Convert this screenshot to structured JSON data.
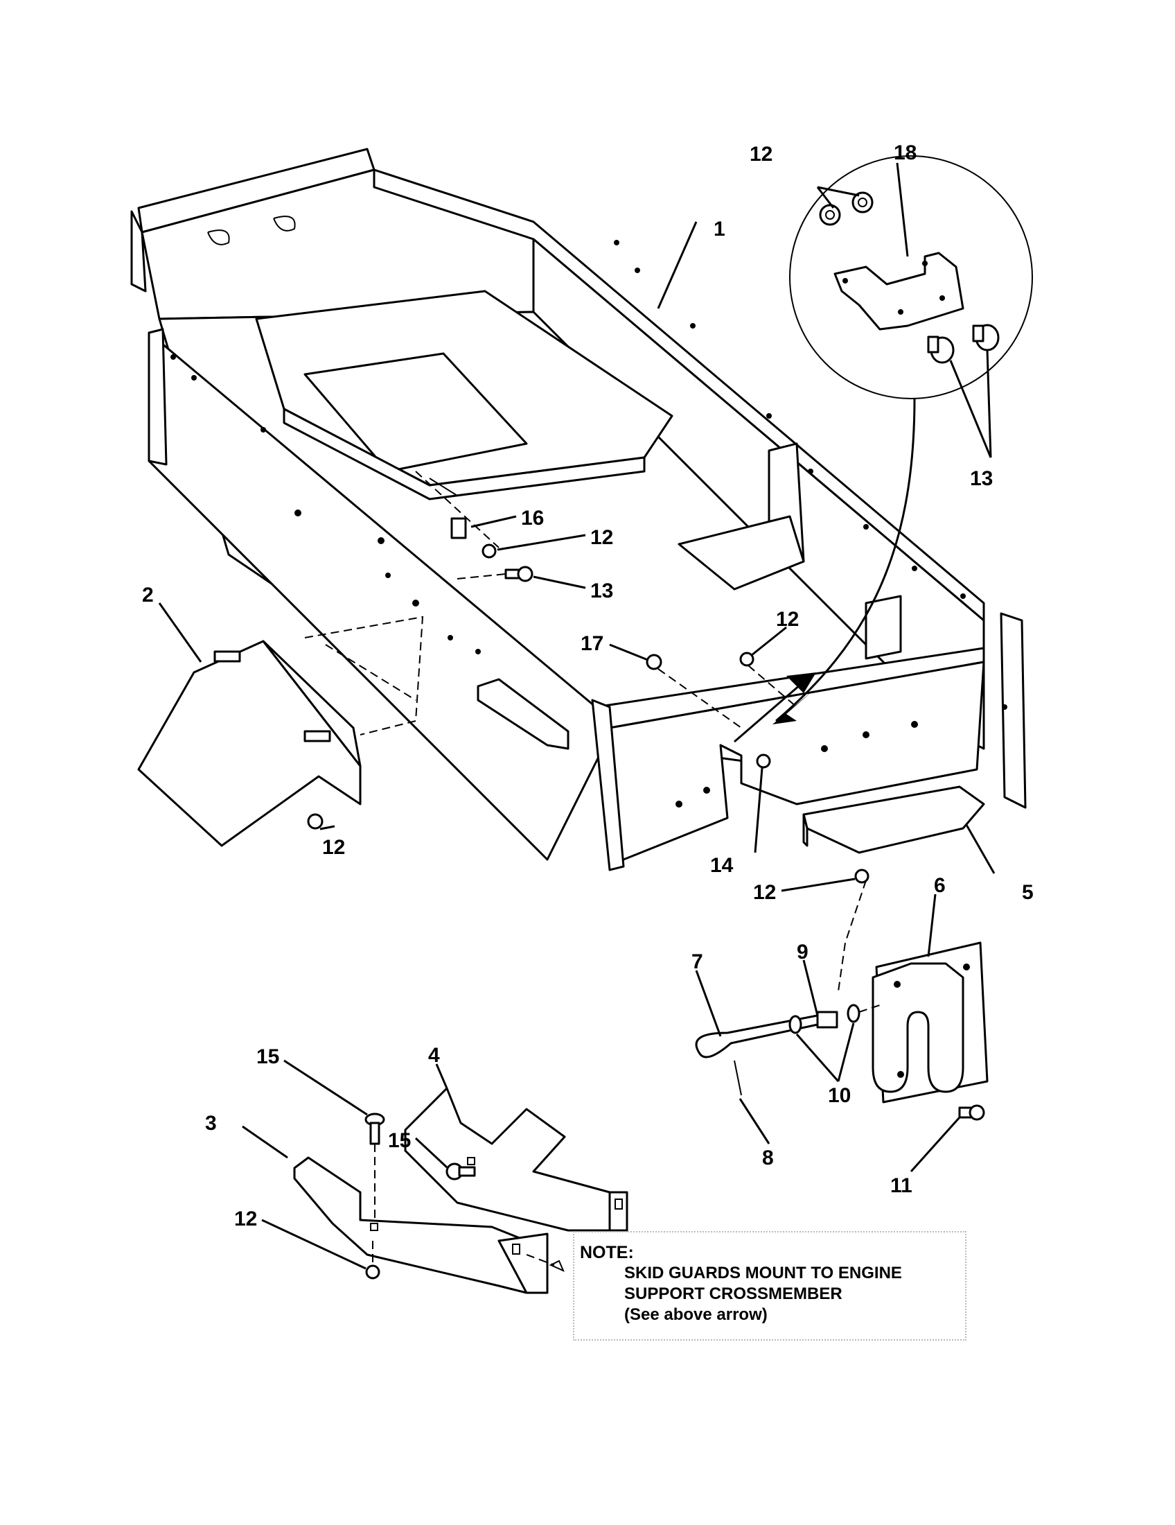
{
  "callouts": {
    "c1": "1",
    "c2": "2",
    "c3": "3",
    "c4": "4",
    "c5": "5",
    "c6": "6",
    "c7": "7",
    "c8": "8",
    "c9": "9",
    "c10": "10",
    "c11": "11",
    "c12": "12",
    "c13": "13",
    "c14": "14",
    "c15": "15",
    "c16": "16",
    "c17": "17",
    "c18": "18"
  },
  "note": {
    "title": "NOTE:",
    "lines": [
      "SKID GUARDS MOUNT TO ENGINE",
      "SUPPORT CROSSMEMBER",
      "(See above arrow)"
    ]
  }
}
